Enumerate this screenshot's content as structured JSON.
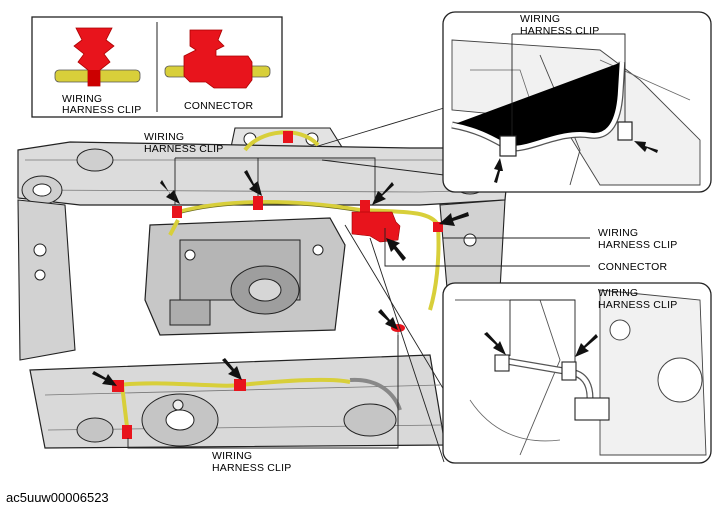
{
  "legend": {
    "clip_label_line1": "WIRING",
    "clip_label_line2": "HARNESS CLIP",
    "connector_label": "CONNECTOR"
  },
  "callouts": {
    "top_center_clip": [
      "WIRING",
      "HARNESS CLIP"
    ],
    "top_right_inset_clip": [
      "WIRING",
      "HARNESS CLIP"
    ],
    "right_clip": [
      "WIRING",
      "HARNESS CLIP"
    ],
    "right_connector": "CONNECTOR",
    "lower_right_inset_clip": [
      "WIRING",
      "HARNESS CLIP"
    ],
    "bottom_clip": [
      "WIRING",
      "HARNESS CLIP"
    ]
  },
  "figure_code": "ac5uuw00006523",
  "colors": {
    "harness": "#d8cf3a",
    "clip": "#e8141c",
    "line": "#222222",
    "metal_light": "#e9e9e9",
    "metal_mid": "#bdbdbd",
    "metal_dark": "#8a8a8a"
  }
}
